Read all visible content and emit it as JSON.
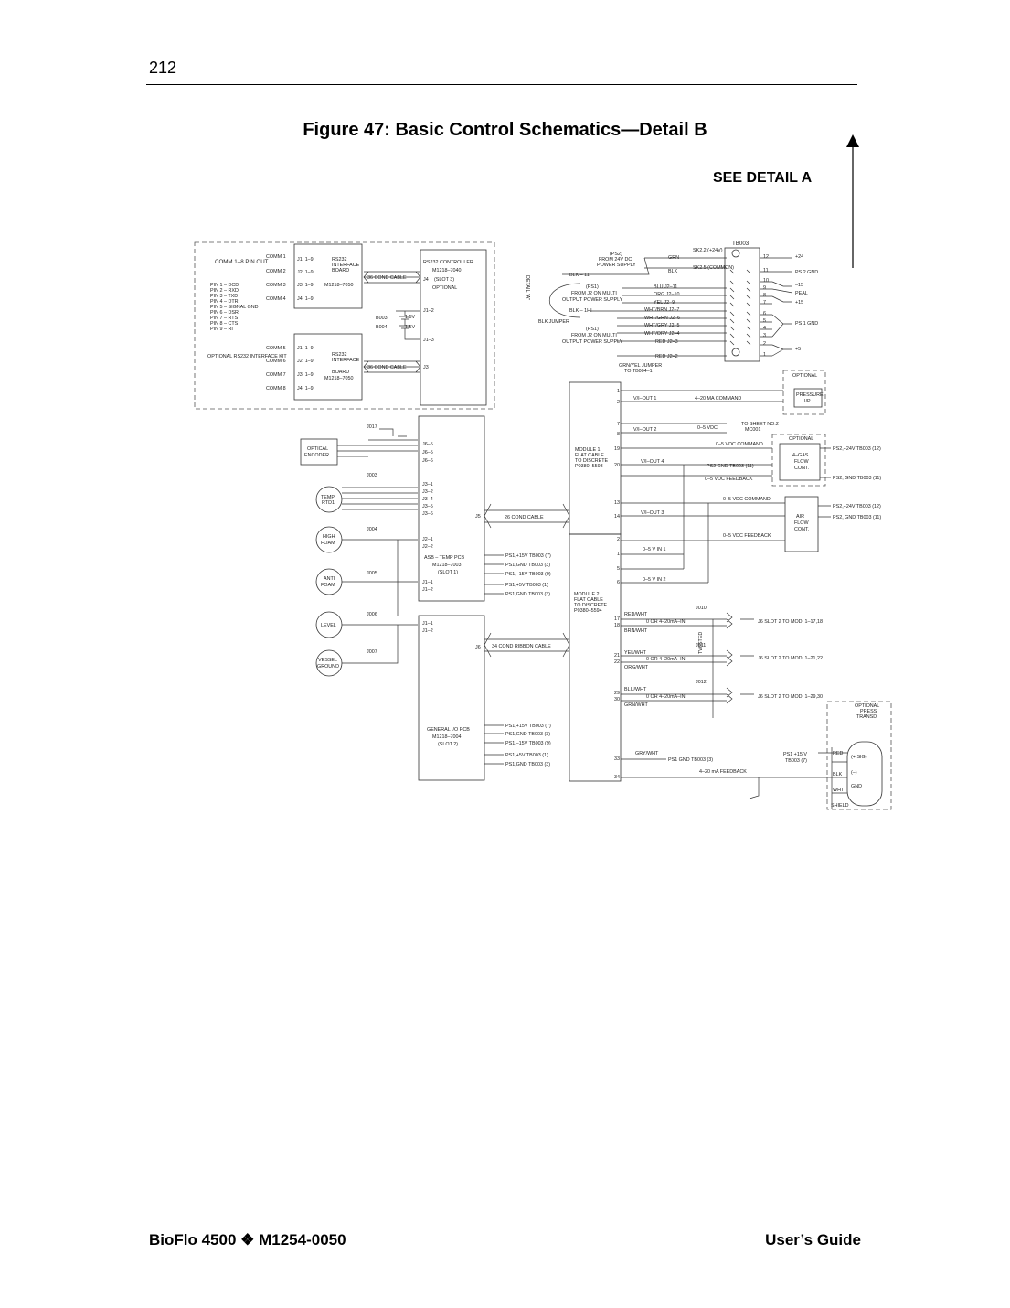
{
  "page_number": "212",
  "figure_title": "Figure 47:  Basic Control Schematics—Detail B",
  "see_detail": "SEE DETAIL A",
  "footer": {
    "left": "BioFlo 4500 ❖ M1254-0050",
    "right": "User’s Guide"
  },
  "schematic": {
    "pinout": {
      "title": "COMM 1–8 PIN OUT",
      "pins": [
        "PIN 1 – DCD",
        "PIN 2 – RXD",
        "PIN 3 – TXD",
        "PIN 4 – DTR",
        "PIN 5 – SIGNAL GND",
        "PIN 6 – DSR",
        "PIN 7 – RTS",
        "PIN 8 – CTS",
        "PIN 9 – RI"
      ],
      "kit": "OPTIONAL RS232 INTERFACE KIT"
    },
    "comm_labels_a": [
      "COMM 1",
      "COMM 2",
      "COMM 3",
      "COMM 4"
    ],
    "comm_labels_b": [
      "COMM 5",
      "COMM 6",
      "COMM 7",
      "COMM 8"
    ],
    "jacks_a": [
      "J1, 1–9",
      "J2, 1–9",
      "J3, 1–9",
      "J4, 1–9"
    ],
    "jacks_b": [
      "J1, 1–9",
      "J2, 1–9",
      "J3, 1–9",
      "J4, 1–9"
    ],
    "rs232_board": [
      "RS232",
      "INTERFACE",
      "BOARD",
      "M1218–7050"
    ],
    "cond_cable_36": "36 COND CABLE",
    "controller": [
      "RS232 CONTROLLER",
      "M1218–7040",
      "(SLOT 3)",
      "OPTIONAL"
    ],
    "controller_j4": "J4",
    "controller_j3": "J3",
    "b003": "B003",
    "b004": "B004",
    "v15": "1.5V",
    "j1_2": "J1–2",
    "j1_3": "J1–3",
    "tb003": "TB003",
    "tb_numbers": [
      "12",
      "11",
      "10",
      "9",
      "8",
      "7",
      "6",
      "5",
      "4",
      "3",
      "2",
      "1"
    ],
    "tb_outputs": [
      "+24",
      "PS 2 GND",
      "–15",
      "PEAL",
      "+15",
      "PS 1 GND",
      "+5"
    ],
    "ps2": [
      "(PS2)",
      "FROM 24V DC",
      "POWER SUPPLY"
    ],
    "ps1_a": [
      "(PS1)",
      "FROM J2 ON MULTI",
      "OUTPUT POWER SUPPLY"
    ],
    "ps1_b": [
      "(PS1)",
      "FROM J2 ON MULTI",
      "OUTPUT POWER SUPPLY"
    ],
    "detail_a": "DETAIL \"A\"",
    "blk_jumper": "BLK JUMPER",
    "wire_labels": [
      "SK2.2 (+24V)",
      "SK2.5 (COMMON)",
      "GRN",
      "BLK",
      "BLK – 11",
      "BLU J2–11",
      "ORG J2–10",
      "YEL J2–9",
      "WHT/BRN J2–7",
      "WHT/GRN J2–6",
      "WHT/GRY J2–5",
      "WHT/ORY J2–4",
      "RED J2–3",
      "BLK – 1HI",
      "RED J2–2"
    ],
    "grn_jumper": [
      "GRN/YEL JUMPER",
      "TO TB004–1"
    ],
    "j017": "J017",
    "optical_encoder": [
      "OPTICAL",
      "ENCODER"
    ],
    "j6_labels": [
      "J6–5",
      "J6–5",
      "J6–6"
    ],
    "j003": "J003",
    "temp_rtd": [
      "TEMP",
      "RTD1"
    ],
    "j3_labels": [
      "J3–1",
      "J3–2",
      "J3–4",
      "J3–5",
      "J3–6"
    ],
    "high_foam": [
      "HIGH",
      "FOAM"
    ],
    "j004": "J004",
    "j2_labels": [
      "J2–1",
      "J2–2"
    ],
    "anti_foam": [
      "ANTI",
      "FOAM"
    ],
    "j005": "J005",
    "level": "LEVEL",
    "j006": "J006",
    "vessel_ground": [
      "VESSEL",
      "GROUND"
    ],
    "j007": "J007",
    "j1_labels_a": [
      "J1–1",
      "J1–2"
    ],
    "j1_labels_b": [
      "J1–1",
      "J1–2"
    ],
    "j5": "J5",
    "j6": "J6",
    "asb": [
      "ASB – TEMP PCB",
      "M1218–7003",
      "(SLOT 1)"
    ],
    "general_io": [
      "GENERAL I/O PCB",
      "M1218–7004",
      "(SLOT 2)"
    ],
    "ps_lines_1": [
      "PS1,+15V TB003 (7)",
      "PS1,GND TB003 (3)",
      "PS1,–15V TB003 (9)",
      "PS1,+5V TB003 (1)",
      "PS1,GND TB003 (3)"
    ],
    "ps_lines_2": [
      "PS1,+15V TB003 (7)",
      "PS1,GND TB003 (3)",
      "PS1,–15V TB003 (9)",
      "PS1,+5V TB003 (1)",
      "PS1,GND TB003 (3)"
    ],
    "cond_cable_26": "26 COND CABLE",
    "cond_ribbon_34": "34 COND RIBBON CABLE",
    "module1": [
      "MODULE 1",
      "FLAT CABLE",
      "TO DISCRETE",
      "P0380–5593"
    ],
    "module2": [
      "MODULE 2",
      "FLAT CABLE",
      "TO DISCRETE",
      "P0380–5594"
    ],
    "optional": "OPTIONAL",
    "pressure_ip": [
      "PRESSURE",
      "I/P"
    ],
    "vi_out_1": "V/I–OUT 1",
    "ma_command": "4–20 MA COMMAND",
    "vi_out_2": "V/I–OUT 2",
    "vdc_05": "0–5 VDC",
    "to_sheet": [
      "TO SHEET NO.2",
      "MC001"
    ],
    "vdc_command": "0–5 VDC COMMAND",
    "vdc_feedback": "0–5 VDC FEEDBACK",
    "vi_out_4": "V/I–OUT 4",
    "ps2_gnd": "PS2 GND TB003 (11)",
    "gas_flow": [
      "4–GAS",
      "FLOW",
      "CONT."
    ],
    "vi_out_3": "V/I–OUT 3",
    "air_flow": [
      "AIR",
      "FLOW",
      "CONT."
    ],
    "ps2_24v": "PS2,+24V TB003 (12)",
    "ps2_gnd_tb": "PS2, GND TB003 (11)",
    "vin_1": "0–5 V IN 1",
    "vin_2": "0–5 V IN 2",
    "j010": "J010",
    "j011": "J011",
    "j012": "J012",
    "wire_pairs": [
      "RED/WHT",
      "BRN/WHT",
      "YEL/WHT",
      "ORG/WHT",
      "BLU/WHT",
      "GRN/WHT"
    ],
    "ma_in": "0 OR 4–20mA–IN",
    "slot_labels": [
      "J6 SLOT 2 TO MOD. 1–17,18",
      "J6 SLOT 2 TO MOD. 1–21,22",
      "J6 SLOT 2 TO MOD. 1–29,30"
    ],
    "twisted": "TWISTED",
    "gry_wht": "GRY/WHT",
    "ps1_gnd_tb": "PS1 GND TB003 (3)",
    "ma_feedback": "4–20 mA FEEDBACK",
    "optional_press": [
      "OPTIONAL",
      "PRESS",
      "TRANSD"
    ],
    "ps1_15v": [
      "PS1 +15 V",
      "TB003 (7)"
    ],
    "transd_terms": [
      "RED",
      "BLK",
      "WHT",
      "SHIELD"
    ],
    "transd_signals": [
      "(+ SIG)",
      "(–)",
      "GND"
    ],
    "module_pins": [
      "1",
      "2",
      "7",
      "8",
      "19",
      "20",
      "13",
      "14",
      "2",
      "1",
      "5",
      "6",
      "17",
      "18",
      "21",
      "22",
      "29",
      "30",
      "33",
      "34"
    ]
  }
}
